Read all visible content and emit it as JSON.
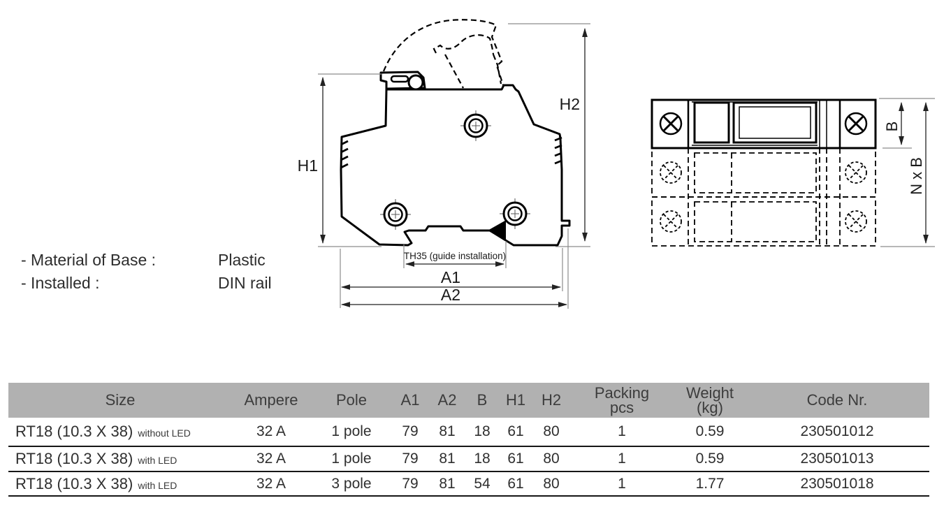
{
  "info": {
    "rows": [
      {
        "label": "- Material of Base :",
        "value": "Plastic"
      },
      {
        "label": "- Installed :",
        "value": "DIN rail"
      }
    ]
  },
  "diagram": {
    "front_view": {
      "labels": {
        "h1": "H1",
        "h2": "H2",
        "a1": "A1",
        "a2": "A2",
        "th35": "TH35 (guide installation)"
      }
    },
    "top_view": {
      "labels": {
        "b": "B",
        "nxb": "N x B"
      }
    }
  },
  "colors": {
    "table_header_bg": "#b1b1b1",
    "line_color": "#161616",
    "drawing_stroke": "#000000"
  },
  "table": {
    "header": {
      "size": "Size",
      "ampere": "Ampere",
      "pole": "Pole",
      "a1": "A1",
      "a2": "A2",
      "b": "B",
      "h1": "H1",
      "h2": "H2",
      "packing_line1": "Packing",
      "packing_line2": "pcs",
      "weight_line1": "Weight",
      "weight_line2": "(kg)",
      "code": "Code Nr."
    },
    "rows": [
      {
        "size": "RT18 (10.3 X 38)",
        "size_note": "without LED",
        "ampere": "32 A",
        "pole": "1 pole",
        "a1": "79",
        "a2": "81",
        "b": "18",
        "h1": "61",
        "h2": "80",
        "packing": "1",
        "weight": "0.59",
        "code": "230501012"
      },
      {
        "size": "RT18 (10.3 X 38)",
        "size_note": "with LED",
        "ampere": "32 A",
        "pole": "1 pole",
        "a1": "79",
        "a2": "81",
        "b": "18",
        "h1": "61",
        "h2": "80",
        "packing": "1",
        "weight": "0.59",
        "code": "230501013"
      },
      {
        "size": "RT18 (10.3 X 38)",
        "size_note": "with LED",
        "ampere": "32 A",
        "pole": "3 pole",
        "a1": "79",
        "a2": "81",
        "b": "54",
        "h1": "61",
        "h2": "80",
        "packing": "1",
        "weight": "1.77",
        "code": "230501018"
      }
    ]
  }
}
